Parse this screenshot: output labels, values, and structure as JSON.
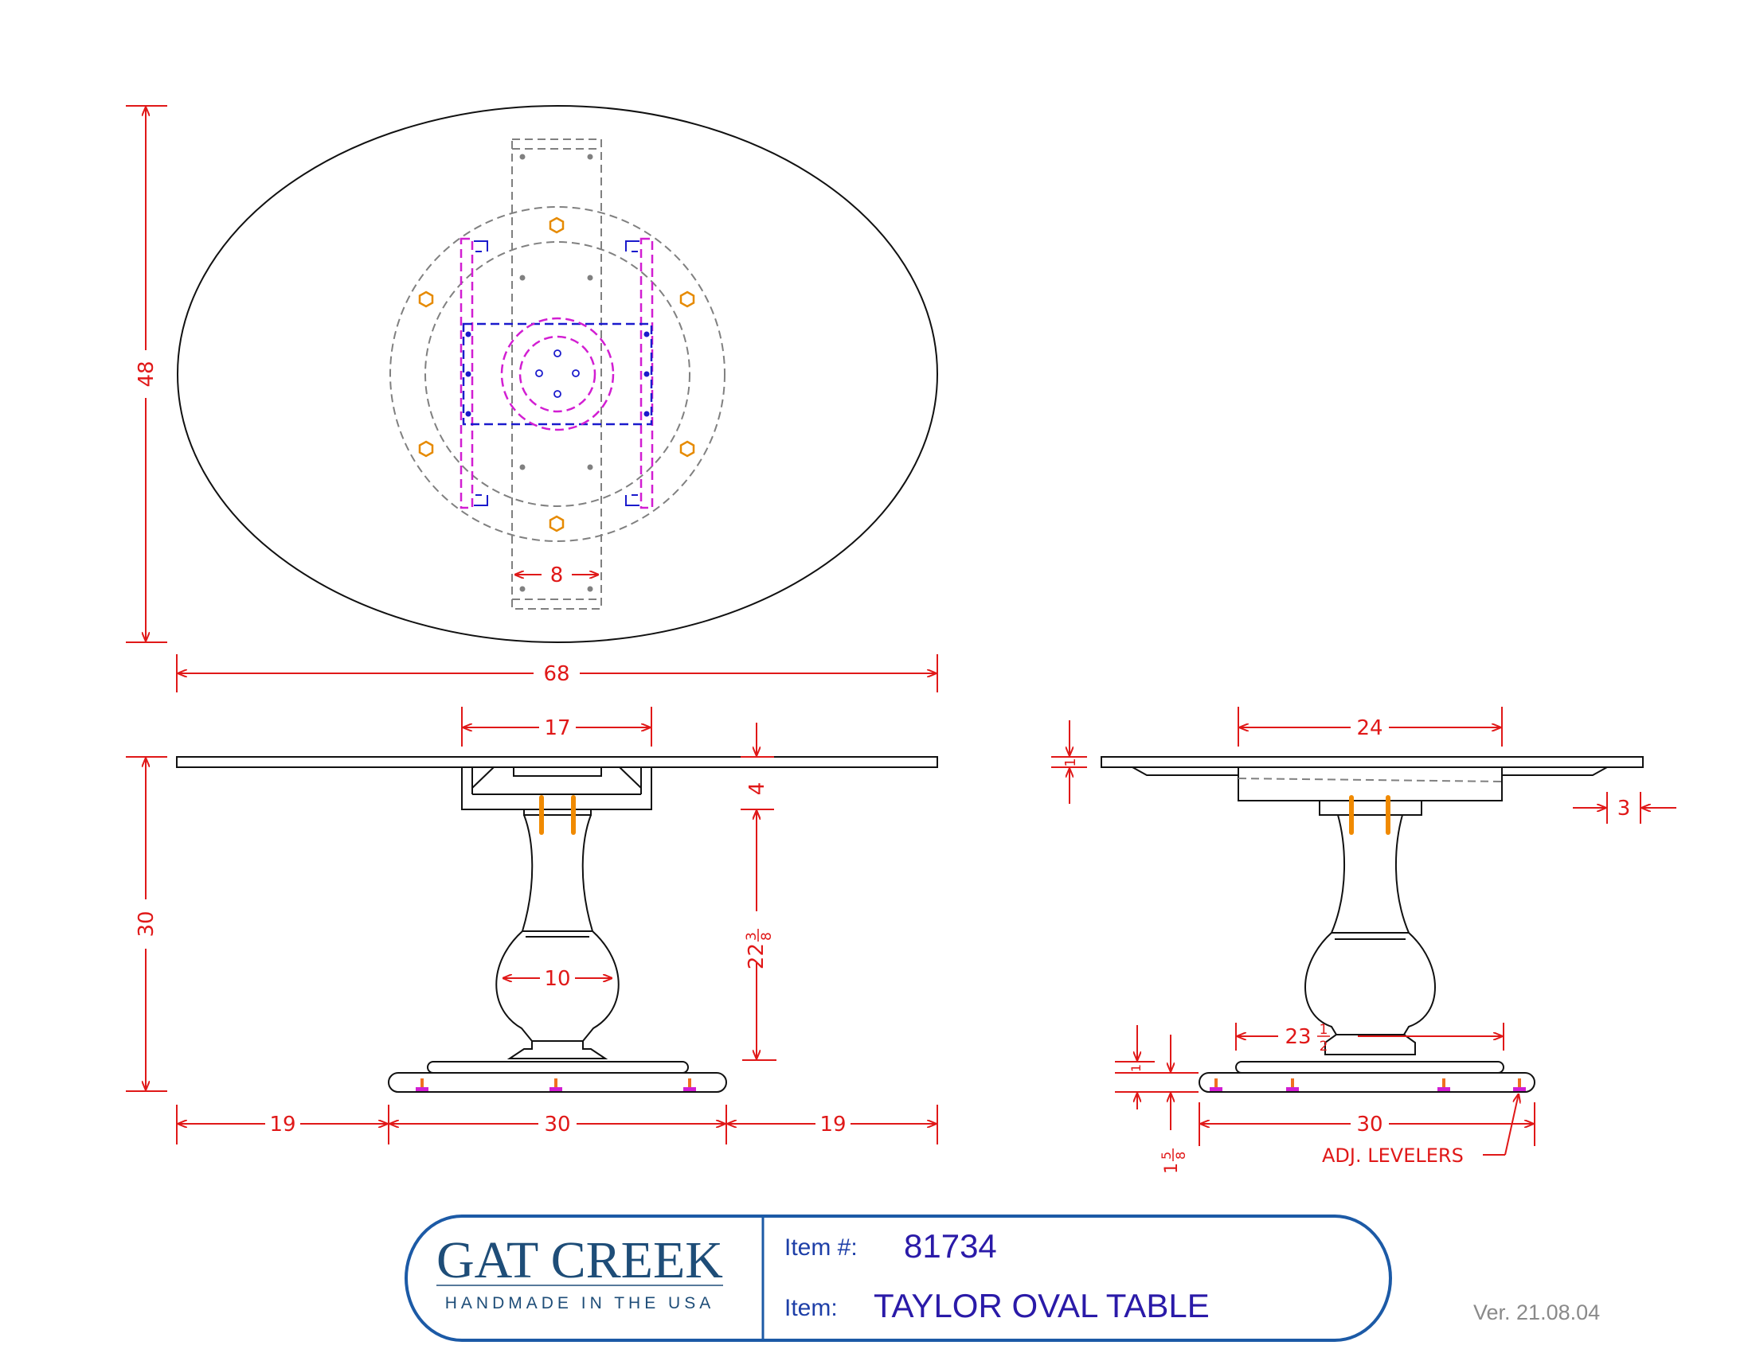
{
  "dimensions": {
    "top_width": "68",
    "top_depth": "48",
    "slot_width": "8",
    "apron_front": "17",
    "apron_depth": "4",
    "height": "30",
    "pedestal_height": "22",
    "pedestal_height_num": "3",
    "pedestal_height_den": "8",
    "bulb_width": "10",
    "base_overhang_left": "19",
    "base_length_front": "30",
    "base_overhang_right": "19",
    "apron_side": "24",
    "top_thickness": "1",
    "apron_inset": "3",
    "base_span": "23",
    "base_span_num": "1",
    "base_span_den": "2",
    "base_length_side": "30",
    "foot_height": "1",
    "foot_height_num": "5",
    "foot_height_den": "8",
    "foot_top": "1"
  },
  "callouts": {
    "levelers": "ADJ. LEVELERS"
  },
  "title_block": {
    "brand_name": "GAT CREEK",
    "brand_tagline": "HANDMADE IN THE USA",
    "item_number_label": "Item #:",
    "item_number": "81734",
    "item_label": "Item:",
    "item_name": "TAYLOR OVAL TABLE"
  },
  "version": "Ver. 21.08.04",
  "colors": {
    "dimension": "#e01818",
    "outline": "#111111",
    "hidden_gray": "#808080",
    "hidden_magenta": "#d21ed2",
    "hidden_blue": "#1a1acc",
    "hardware_orange": "#e68a00",
    "title_frame": "#1c5aa6"
  }
}
